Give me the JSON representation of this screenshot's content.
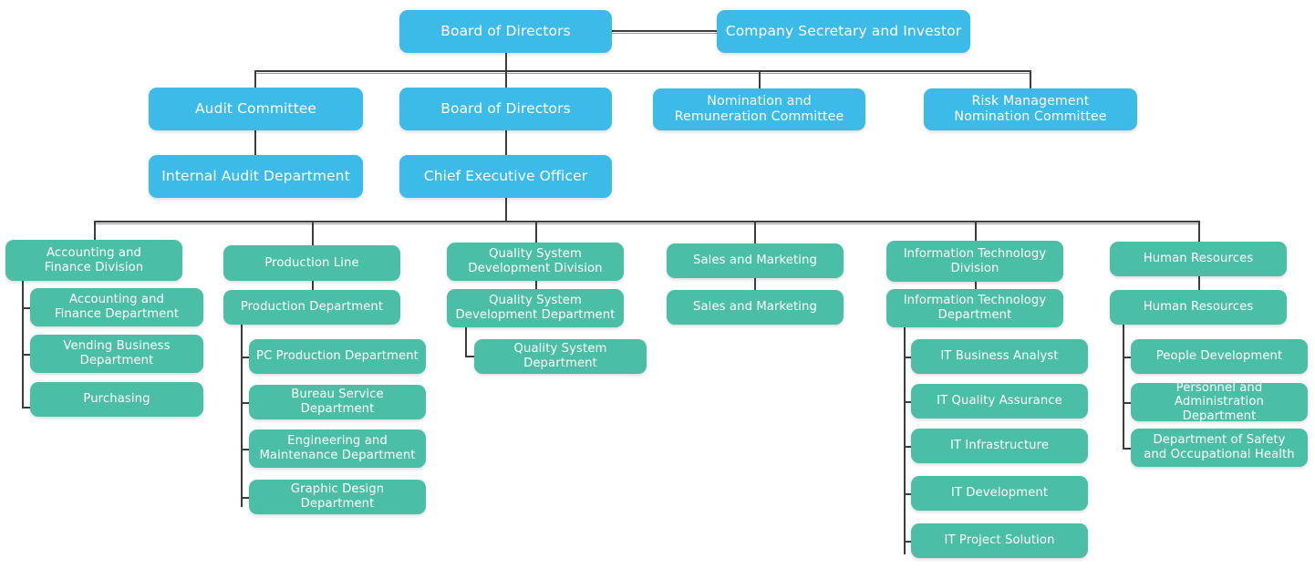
{
  "diagram": {
    "title": "Company Organizational Chart",
    "type": "org-chart",
    "colors": {
      "executive_blue": "#3dbbe8",
      "division_green": "#4bbfa5",
      "connector": "#3c3c3c",
      "background": "#ffffff",
      "label_text": "#ffffff"
    }
  },
  "nodes": {
    "board_top": {
      "label": "Board of Directors"
    },
    "company_secretary": {
      "label": "Company Secretary and Investor"
    },
    "audit_committee": {
      "label": "Audit Committee"
    },
    "board_second": {
      "label": "Board of Directors"
    },
    "nomination_remuneration": {
      "line1": "Nomination and",
      "line2": "Remuneration Committee"
    },
    "risk_management": {
      "line1": "Risk Management",
      "line2": "Nomination Committee"
    },
    "internal_audit": {
      "label": "Internal Audit Department"
    },
    "ceo": {
      "label": "Chief Executive Officer"
    },
    "accounting_division": {
      "line1": "Accounting and",
      "line2": "Finance Division"
    },
    "accounting_department": {
      "line1": "Accounting and",
      "line2": "Finance Department"
    },
    "vending_business": {
      "line1": "Vending Business",
      "line2": "Department"
    },
    "purchasing": {
      "label": "Purchasing"
    },
    "production_line": {
      "label": "Production Line"
    },
    "production_department": {
      "label": "Production Department"
    },
    "pc_production": {
      "label": "PC Production Department"
    },
    "bureau_service": {
      "label": "Bureau Service Department"
    },
    "engineering_maintenance": {
      "line1": "Engineering and",
      "line2": "Maintenance Department"
    },
    "graphic_design": {
      "label": "Graphic Design Department"
    },
    "quality_division": {
      "line1": "Quality System",
      "line2": "Development Division"
    },
    "quality_dev_department": {
      "line1": "Quality System",
      "line2": "Development Department"
    },
    "quality_system_department": {
      "label": "Quality System Department"
    },
    "sales_marketing_division": {
      "label": "Sales and Marketing"
    },
    "sales_marketing_department": {
      "label": "Sales and Marketing"
    },
    "it_division": {
      "line1": "Information Technology",
      "line2": "Division"
    },
    "it_department": {
      "line1": "Information Technology",
      "line2": "Department"
    },
    "it_business_analyst": {
      "label": "IT Business Analyst"
    },
    "it_quality_assurance": {
      "label": "IT Quality Assurance"
    },
    "it_infrastructure": {
      "label": "IT Infrastructure"
    },
    "it_development": {
      "label": "IT Development"
    },
    "it_project_solution": {
      "label": "IT Project Solution"
    },
    "hr_division": {
      "label": "Human Resources"
    },
    "hr_department": {
      "label": "Human Resources"
    },
    "people_development": {
      "label": "People Development"
    },
    "personnel_administration": {
      "line1": "Personnel and",
      "line2": "Administration Department"
    },
    "safety_occupational_health": {
      "line1": "Department of Safety",
      "line2": "and Occupational Health"
    }
  }
}
